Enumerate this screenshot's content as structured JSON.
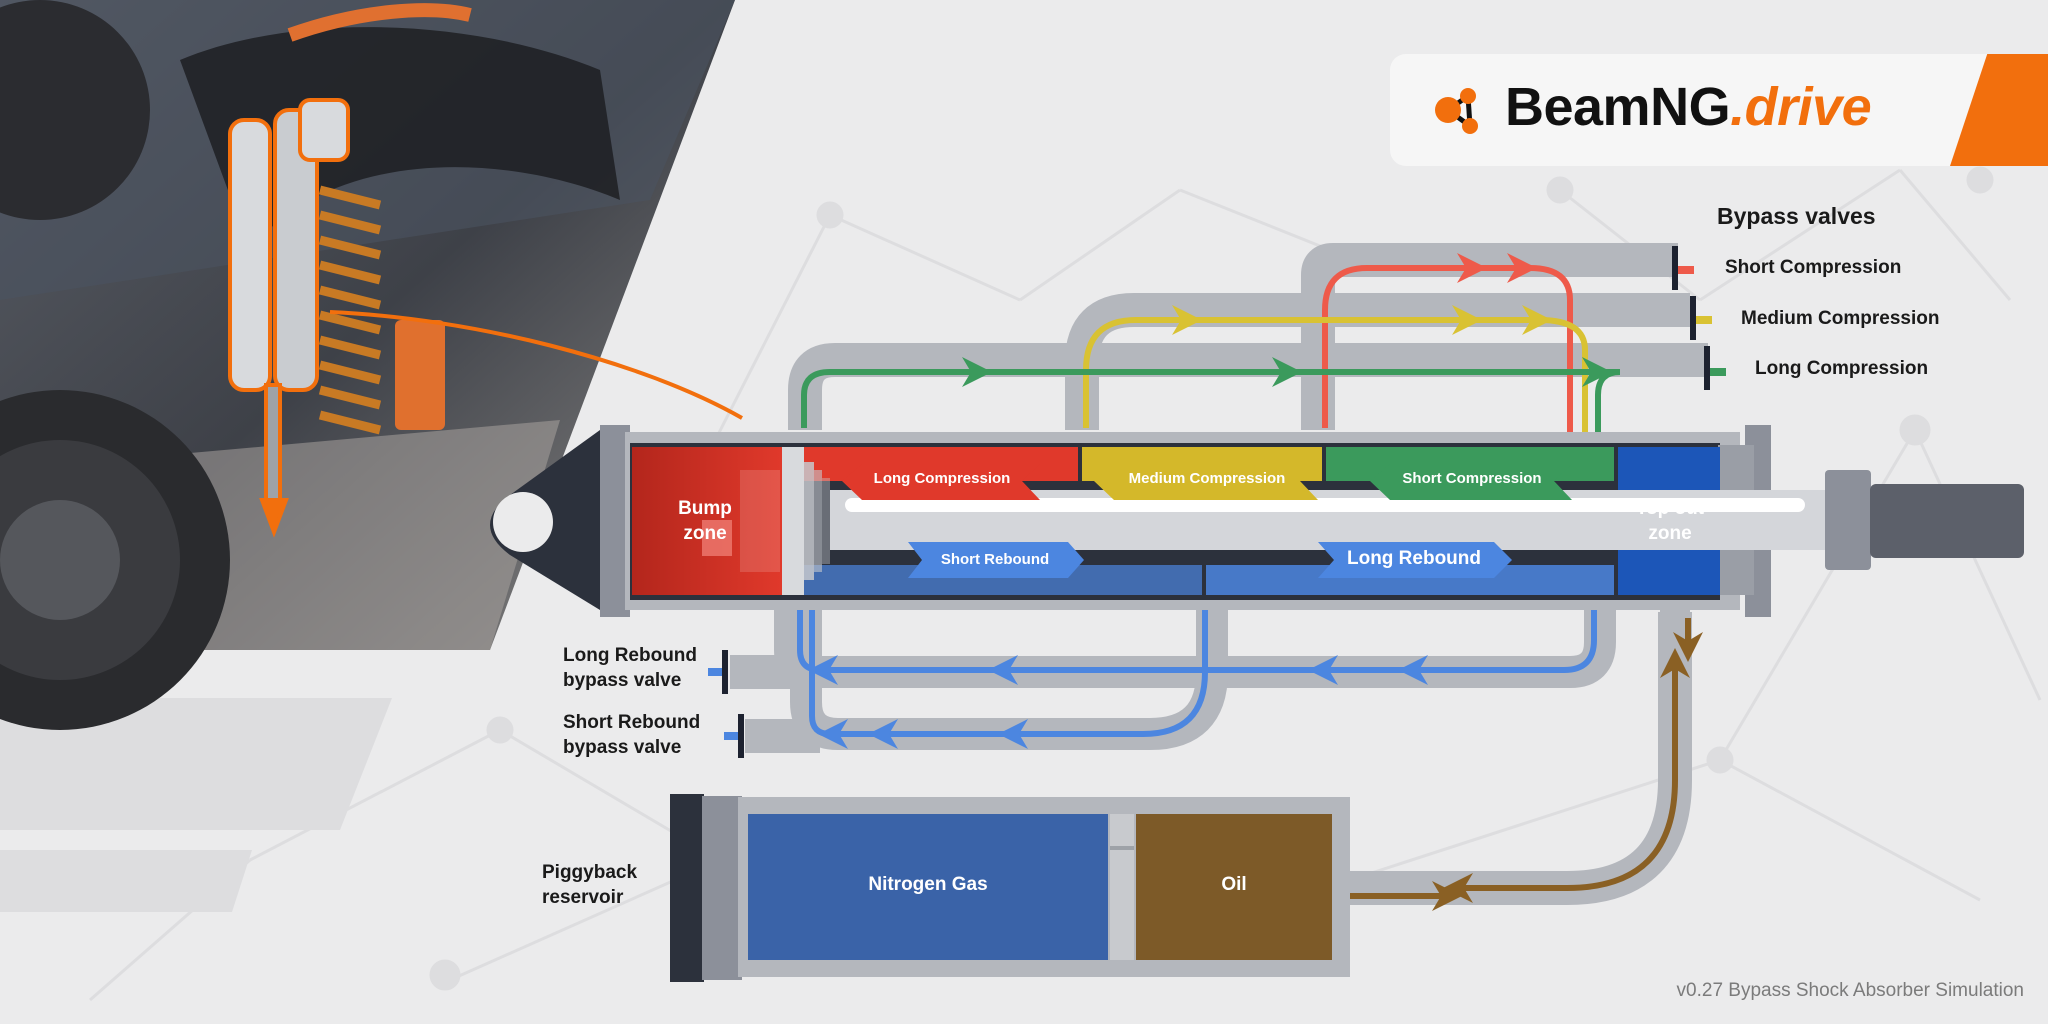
{
  "brand": {
    "name": "BeamNG",
    "accent": ".drive",
    "accent_color": "#f26f0d"
  },
  "diagram": {
    "bypass_title": "Bypass valves",
    "bypass_valves": [
      {
        "label": "Short Compression",
        "color": "#ee5a4a"
      },
      {
        "label": "Medium Compression",
        "color": "#d9c233"
      },
      {
        "label": "Long Compression",
        "color": "#3b9a5c"
      }
    ],
    "zones": {
      "bump_line1": "Bump",
      "bump_line2": "zone",
      "long_compression": "Long Compression",
      "medium_compression": "Medium Compression",
      "short_compression": "Short Compression",
      "short_rebound": "Short Rebound",
      "long_rebound": "Long Rebound",
      "topout_line1": "Top out",
      "topout_line2": "zone"
    },
    "rebound_valves": {
      "long_line1": "Long Rebound",
      "long_line2": "bypass valve",
      "short_line1": "Short Rebound",
      "short_line2": "bypass valve"
    },
    "reservoir": {
      "label_line1": "Piggyback",
      "label_line2": "reservoir",
      "gas": "Nitrogen Gas",
      "oil": "Oil"
    },
    "colors": {
      "compression_red": "#e0392b",
      "compression_yellow": "#d4b82a",
      "compression_green": "#3b9a5c",
      "rebound_blue": "#4c86e0",
      "topout_blue": "#1c56b8",
      "oil_brown": "#7d5a28",
      "gas_blue": "#3a63a8"
    }
  },
  "footer": {
    "version": "v0.27 Bypass Shock Absorber Simulation"
  }
}
